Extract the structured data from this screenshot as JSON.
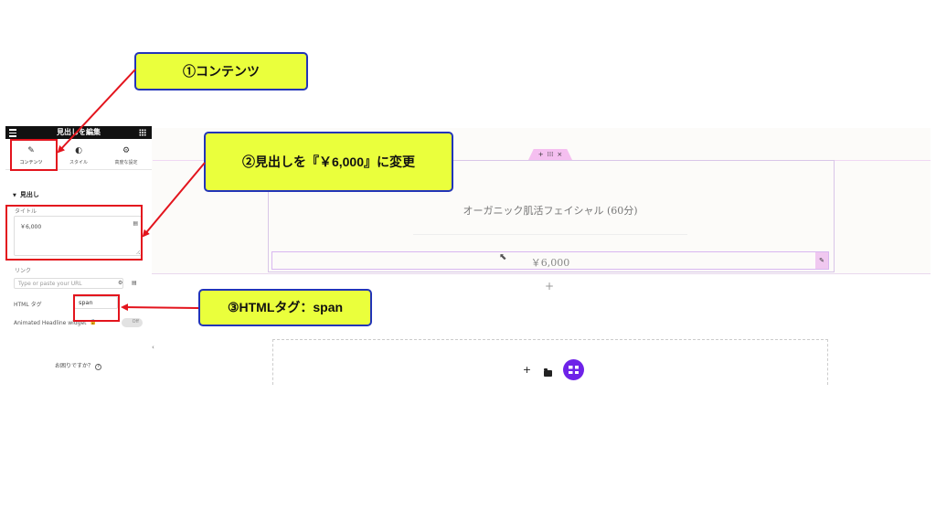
{
  "sidebar": {
    "title": "見出しを編集",
    "tabs": [
      {
        "label": "コンテンツ",
        "icon": "pencil-icon"
      },
      {
        "label": "スタイル",
        "icon": "half-circle-icon"
      },
      {
        "label": "高度な設定",
        "icon": "gear-icon"
      }
    ],
    "section_title": "見出し",
    "fields": {
      "title_label": "タイトル",
      "title_value": "￥6,000",
      "link_label": "リンク",
      "link_placeholder": "Type or paste your URL",
      "html_tag_label": "HTML タグ",
      "html_tag_value": "span",
      "animated_label": "Animated Headline widget",
      "animated_toggle_label": "Off"
    },
    "help_text": "お困りですか？",
    "help_icon_glyph": "?"
  },
  "canvas": {
    "handle_symbols": [
      "+",
      "⁞⁞⁞",
      "×"
    ],
    "service_title": "オーガニック肌活フェイシャル (60分)",
    "price": "￥6,000",
    "add_symbol": "+",
    "add_section_symbol": "+"
  },
  "callouts": {
    "step1": "①コンテンツ",
    "step2": "②見出しを『￥6,000』に変更",
    "step3": "③HTMLタグ：span"
  },
  "colors": {
    "callout_bg": "#eaff3c",
    "callout_border": "#2234b8",
    "highlight_red": "#e3141d",
    "elementor_purple": "#6e22e8",
    "handle_pink": "#f5bff0"
  }
}
